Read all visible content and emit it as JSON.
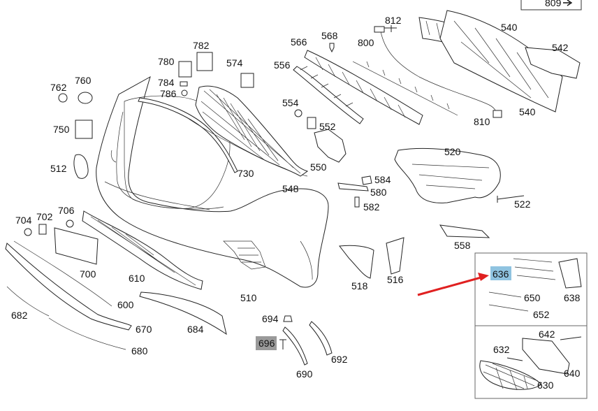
{
  "nav": {
    "next_page": "809"
  },
  "highlight_primary": "#8fc3e0",
  "highlight_secondary": "#9a9a9a",
  "arrow_color": "#e02020",
  "labels": {
    "p800": "800",
    "p812": "812",
    "p540a": "540",
    "p542": "542",
    "p540b": "540",
    "p810": "810",
    "p566": "566",
    "p568": "568",
    "p556": "556",
    "p554": "554",
    "p552": "552",
    "p550": "550",
    "p574": "574",
    "p782": "782",
    "p780": "780",
    "p784": "784",
    "p786": "786",
    "p760": "760",
    "p762": "762",
    "p750": "750",
    "p512": "512",
    "p730": "730",
    "p548": "548",
    "p520": "520",
    "p584": "584",
    "p580": "580",
    "p582": "582",
    "p522": "522",
    "p558": "558",
    "p704": "704",
    "p702": "702",
    "p706": "706",
    "p700": "700",
    "p610": "610",
    "p600": "600",
    "p510": "510",
    "p518": "518",
    "p516": "516",
    "p682": "682",
    "p670": "670",
    "p680": "680",
    "p684": "684",
    "p694": "694",
    "p696": "696",
    "p692": "692",
    "p690": "690",
    "p636": "636",
    "p638": "638",
    "p650": "650",
    "p652": "652",
    "p642": "642",
    "p632": "632",
    "p640": "640",
    "p630": "630"
  }
}
